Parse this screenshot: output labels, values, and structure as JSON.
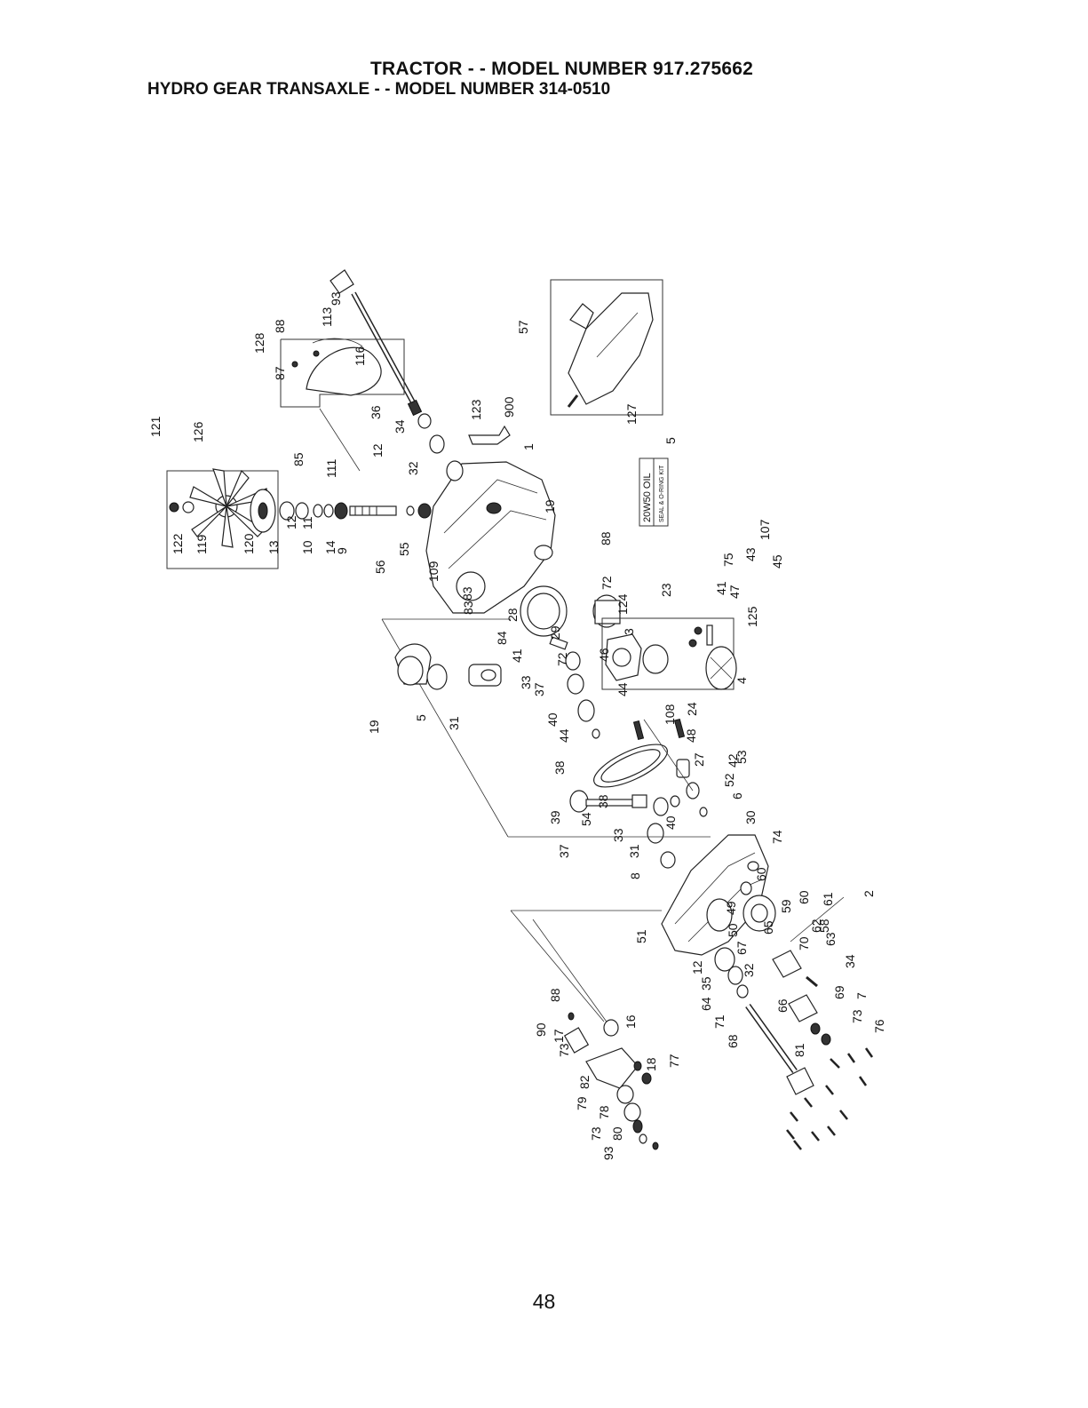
{
  "header": {
    "title": "TRACTOR - - MODEL NUMBER 917.275662",
    "subtitle": "HYDRO GEAR TRANSAXLE - - MODEL NUMBER 314-0510"
  },
  "kits": {
    "oil_label": "20W50 OIL",
    "seal_label": "SEAL & O-RING KIT"
  },
  "callouts": [
    "93",
    "113",
    "88",
    "128",
    "87",
    "116",
    "36",
    "12",
    "34",
    "32",
    "111",
    "85",
    "121",
    "126",
    "122",
    "119",
    "120",
    "13",
    "12",
    "11",
    "10",
    "14",
    "9",
    "56",
    "55",
    "109",
    "83",
    "1",
    "83",
    "19",
    "88",
    "123",
    "900",
    "57",
    "127",
    "5",
    "72",
    "28",
    "84",
    "41",
    "29",
    "72",
    "46",
    "3",
    "124",
    "23",
    "75",
    "41",
    "47",
    "43",
    "107",
    "45",
    "125",
    "4",
    "19",
    "5",
    "31",
    "33",
    "37",
    "40",
    "44",
    "44",
    "108",
    "24",
    "48",
    "42",
    "27",
    "53",
    "52",
    "6",
    "30",
    "38",
    "39",
    "54",
    "38",
    "40",
    "37",
    "33",
    "31",
    "8",
    "74",
    "60",
    "59",
    "60",
    "61",
    "58",
    "2",
    "51",
    "49",
    "50",
    "67",
    "65",
    "62",
    "70",
    "63",
    "32",
    "34",
    "12",
    "35",
    "64",
    "71",
    "68",
    "66",
    "69",
    "7",
    "73",
    "76",
    "81",
    "88",
    "90",
    "17",
    "73",
    "16",
    "18",
    "77",
    "82",
    "79",
    "78",
    "73",
    "80",
    "93"
  ],
  "page_number": "48"
}
